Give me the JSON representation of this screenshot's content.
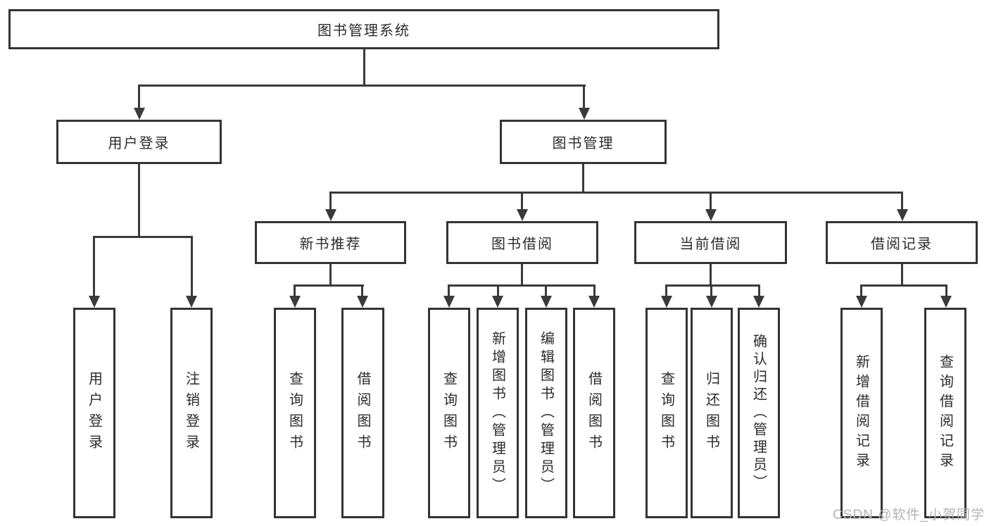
{
  "diagram": {
    "root": {
      "label": "图书管理系统"
    },
    "branches": [
      {
        "label": "用户登录",
        "children": [
          {
            "label": "用户登录"
          },
          {
            "label": "注销登录"
          }
        ]
      },
      {
        "label": "图书管理",
        "groups": [
          {
            "label": "新书推荐",
            "children": [
              {
                "label": "查询图书"
              },
              {
                "label": "借阅图书"
              }
            ]
          },
          {
            "label": "图书借阅",
            "children": [
              {
                "label": "查询图书"
              },
              {
                "label": "新增图书（管理员）"
              },
              {
                "label": "编辑图书（管理员）"
              },
              {
                "label": "借阅图书"
              }
            ]
          },
          {
            "label": "当前借阅",
            "children": [
              {
                "label": "查询图书"
              },
              {
                "label": "归还图书"
              },
              {
                "label": "确认归还（管理员）"
              }
            ]
          },
          {
            "label": "借阅记录",
            "children": [
              {
                "label": "新增借阅记录"
              },
              {
                "label": "查询借阅记录"
              }
            ]
          }
        ]
      }
    ],
    "watermark": "CSDN @软件_小贺同学",
    "colors": {
      "line": "#3a3a3a",
      "box_border": "#343434",
      "text": "#2b2b2b",
      "watermark": "#b3b3b3",
      "background": "#ffffff"
    }
  }
}
